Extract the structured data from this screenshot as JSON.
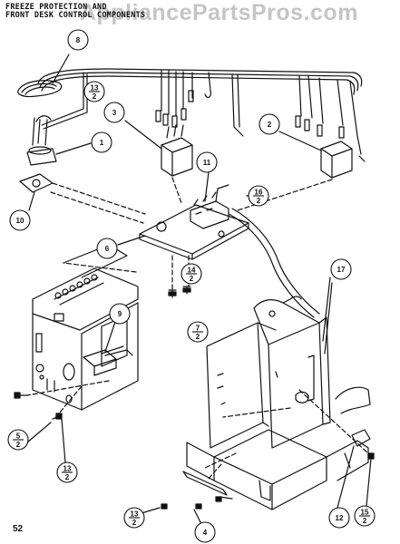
{
  "header": {
    "title_line1": "FREEZE PROTECTION AND",
    "title_line2": "FRONT DESK CONTROL COMPONENTS",
    "watermark": "AppliancePartsPros.com"
  },
  "page_number": "52",
  "callouts": [
    {
      "id": "c8",
      "label": "8",
      "fraction": false
    },
    {
      "id": "c13a",
      "num": "13",
      "den": "2",
      "fraction": true
    },
    {
      "id": "c1",
      "label": "1",
      "fraction": false
    },
    {
      "id": "c3",
      "label": "3",
      "fraction": false
    },
    {
      "id": "c2",
      "label": "2",
      "fraction": false
    },
    {
      "id": "c11",
      "label": "11",
      "fraction": false
    },
    {
      "id": "c16",
      "num": "16",
      "den": "2",
      "fraction": true
    },
    {
      "id": "c10",
      "label": "10",
      "fraction": false
    },
    {
      "id": "c6",
      "label": "6",
      "fraction": false
    },
    {
      "id": "c14",
      "num": "14",
      "den": "2",
      "fraction": true
    },
    {
      "id": "c17",
      "label": "17",
      "fraction": false
    },
    {
      "id": "c9",
      "label": "9",
      "fraction": false
    },
    {
      "id": "c7",
      "num": "7",
      "den": "2",
      "fraction": true
    },
    {
      "id": "c5",
      "num": "5",
      "den": "2",
      "fraction": true
    },
    {
      "id": "c13b",
      "num": "13",
      "den": "2",
      "fraction": true
    },
    {
      "id": "c13c",
      "num": "13",
      "den": "2",
      "fraction": true
    },
    {
      "id": "c4",
      "label": "4",
      "fraction": false
    },
    {
      "id": "c12",
      "label": "12",
      "fraction": false
    },
    {
      "id": "c15",
      "num": "15",
      "den": "2",
      "fraction": true
    }
  ]
}
